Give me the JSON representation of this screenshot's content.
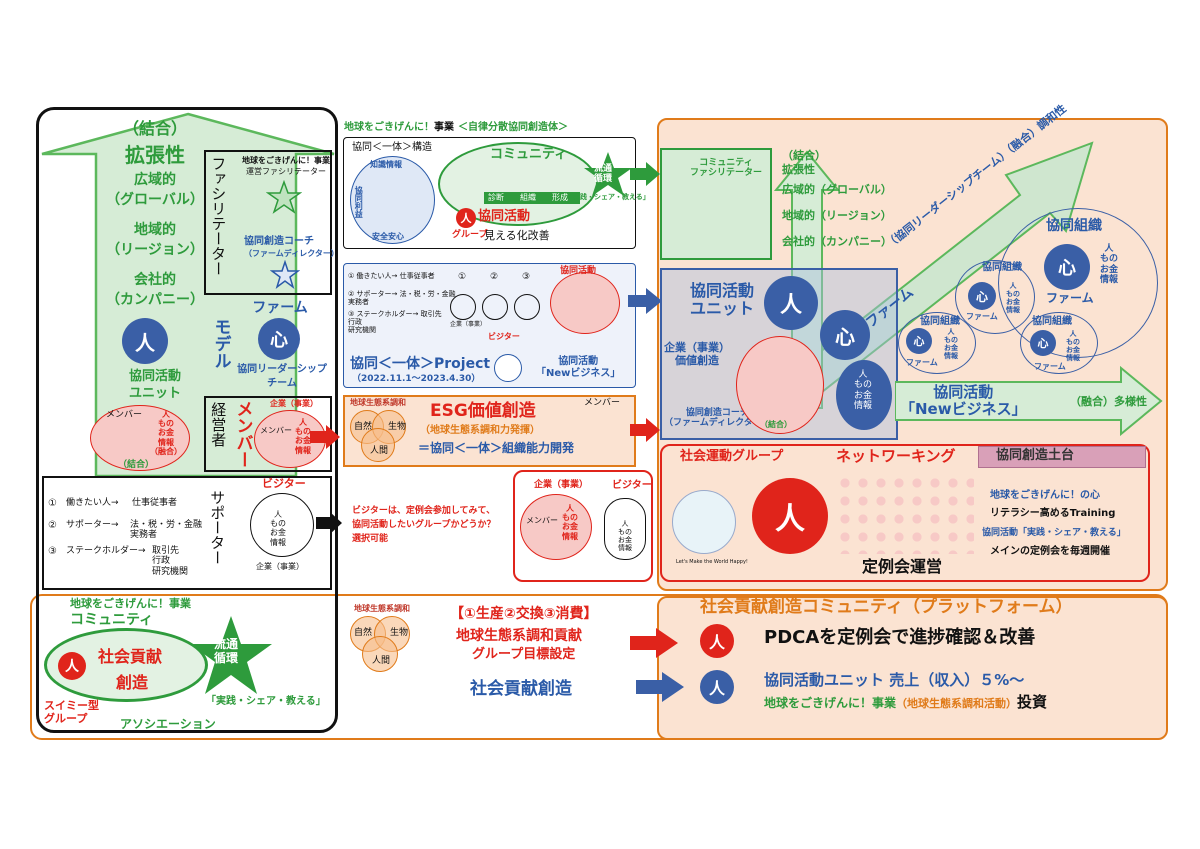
{
  "left_panel": {
    "top": "（結合）",
    "expand": "拡張性",
    "global": "広域的",
    "global_en": "（グローバル）",
    "region": "地域的",
    "region_en": "（リージョン）",
    "company": "会社的",
    "company_en": "（カンパニー）",
    "person": "人",
    "unit": "協同活動",
    "unit2": "ユニット",
    "member": "メンバー",
    "mini": "人\nもの\nお金\n情報\n（融合）",
    "bond": "（結合）",
    "facilitator_vert": "ファシリテーター",
    "model_vert": "モデル",
    "manager_vert": "経営者",
    "member_vert": "メンバー",
    "supporter_vert": "サポーター",
    "ops_title": "地球をごきげんに！事業",
    "ops_sub": "運営ファシリテーター",
    "coach": "協同創造コーチ",
    "coach_sub": "（ファームディレクター）",
    "farm": "ファーム",
    "heart": "心",
    "leader": "協同リーダーシップ",
    "team": "チーム",
    "corp": "企業（事業）",
    "mem2": "メンバー",
    "info": "人\nもの\nお金\n情報",
    "visitor": "ビジター",
    "visitor_info": "人\nもの\nお金\n情報",
    "visitor_corp": "企業（事業）",
    "roles": [
      {
        "n": "①",
        "a": "働きたい人→",
        "b": "仕事従事者"
      },
      {
        "n": "②",
        "a": "サポーター→",
        "b": "法・税・労・金融\n実務者"
      },
      {
        "n": "③",
        "a": "ステークホルダー→",
        "b": "取引先\n行政\n研究機関"
      }
    ]
  },
  "middle": {
    "title_a": "地球をごきげんに！",
    "title_b": "事業",
    "title_c": "＜自律分散協同創造体＞",
    "struct": "協同＜一体＞構造",
    "knowledge": "知識情報",
    "common": "協同利益",
    "safe": "安全安心",
    "community": "コミュニティ",
    "flow": "流通\n循環",
    "practice": "「実践・シェア・教える」",
    "collab": "協同活動",
    "group": "グループ",
    "visible": "見える化改善",
    "steps": [
      "診断",
      "組織",
      "形成"
    ],
    "proj_title": "協同＜一体＞Project",
    "proj_period": "（2022.11.1〜2023.4.30）",
    "newbiz": "協同活動\n「Newビジネス」",
    "proj_visitor": "ビジター",
    "proj_roles": [
      "① 働きたい人→ 仕事従事者",
      "② サポーター→ 法・税・労・金融\n実務者",
      "③ ステークホルダー→ 取引先\n行政\n研究機関"
    ],
    "proj_nums": [
      "①",
      "②",
      "③"
    ],
    "proj_corp": "企業（事業）",
    "esg_eco": "地球生態系調和",
    "esg_title": "ESG価値創造",
    "esg_sub": "（地球生態系調和力発揮）",
    "esg_eq": "＝協同＜一体＞組織能力開発",
    "nature": "自然",
    "bio": "生物",
    "human": "人間",
    "esg_member": "メンバー",
    "visitor_note": "ビジターは、定例会参加してみて、\n協同活動したいグループかどうか？\n選択可能",
    "vis_corp": "企業（事業）",
    "vis_visitor": "ビジター",
    "vis_member": "メンバー"
  },
  "right": {
    "fac_label": "コミュニティ\nファシリテーター",
    "bond": "（結合）",
    "expand": "拡張性",
    "global": "広域的（グローバル）",
    "region": "地域的（リージョン）",
    "company": "会社的（カンパニー）",
    "unit": "協同活動\nユニット",
    "corp_value": "企業（事業）\n価値創造",
    "coach": "協同創造コーチ\n（ファームディレクター）",
    "person": "人",
    "heart": "心",
    "mini": "人\nもの\nお金\n情報",
    "farm": "ファーム",
    "leader_team": "（協同リーダーシップチーム）（融合）調和性",
    "org": "協同組織",
    "newbiz": "協同活動\n「Newビジネス」",
    "diverse": "（融合）多様性",
    "social_group": "社会運動グループ",
    "network": "ネットワーキング",
    "foundation": "協同創造土台",
    "heart_line": "地球をごきげんに！の心",
    "literacy": "リテラシー高めるTraining",
    "practice": "協同活動「実践・シェア・教える」",
    "main_meeting": "メインの定例会を毎週開催",
    "regular": "定例会運営",
    "earth_caption": "Let's Make the World Happy!"
  },
  "bottom": {
    "ops_title": "地球をごきげんに！事業",
    "community": "コミュニティ",
    "contribute": "社会貢献",
    "create": "創造",
    "flow": "流通\n循環",
    "practice": "「実践・シェア・教える」",
    "swimmy": "スイミー型\nグループ",
    "assoc": "アソシエーション",
    "eco": "地球生態系調和",
    "cycle": "【①生産②交換③消費】",
    "eco_contrib": "地球生態系調和貢献",
    "group_goal": "グループ目標設定",
    "social_create": "社会貢献創造",
    "platform": "社会貢献創造コミュニティ（プラットフォーム）",
    "pdca": "PDCAを定例会で進捗確認＆改善",
    "sales": "協同活動ユニット 売上（収入）５%〜",
    "invest_a": "地球をごきげんに！事業",
    "invest_b": "（地球生態系調和活動）",
    "invest_c": "投資",
    "nature": "自然",
    "bio": "生物",
    "human": "人間"
  },
  "colors": {
    "green": "#2e9b3c",
    "blue": "#2a5aa8",
    "red": "#e0241b",
    "orange": "#e07b1a",
    "peach": "#fbe3d2"
  }
}
